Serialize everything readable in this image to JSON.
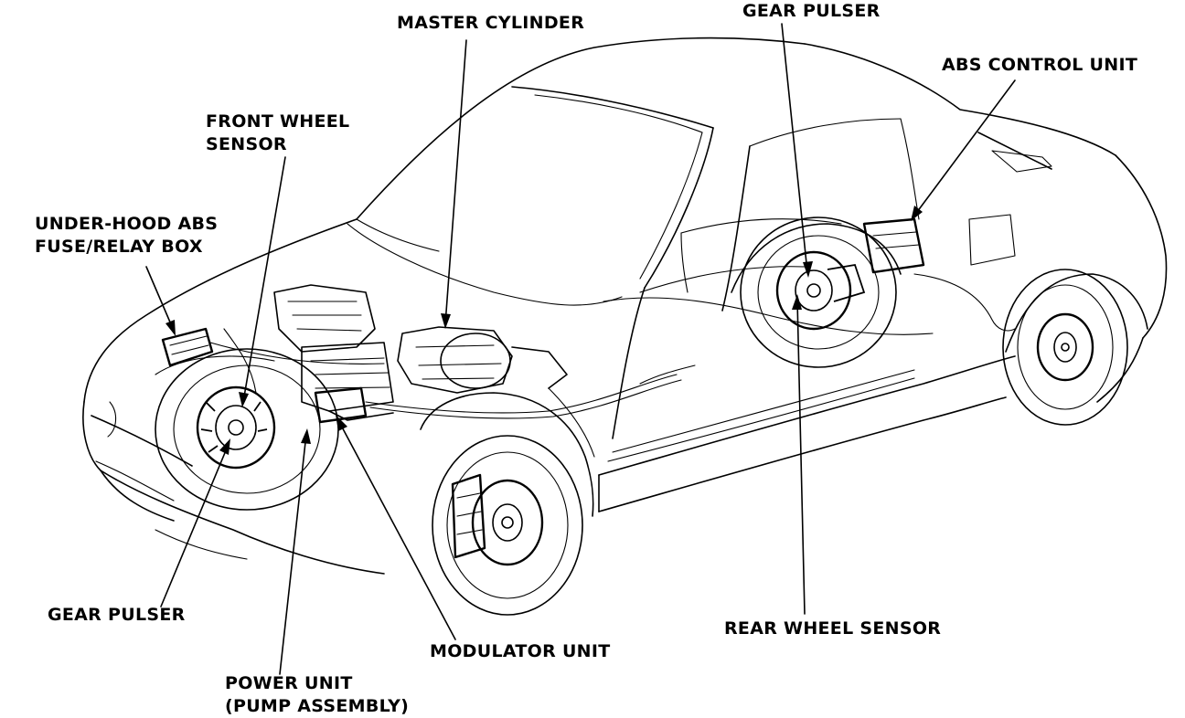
{
  "labels": {
    "master_cylinder": "MASTER CYLINDER",
    "gear_pulser_top": "GEAR PULSER",
    "abs_control_unit": "ABS CONTROL UNIT",
    "front_wheel_sensor": [
      "FRONT WHEEL",
      "SENSOR"
    ],
    "underhood_box": [
      "UNDER-HOOD ABS",
      "FUSE/RELAY BOX"
    ],
    "gear_pulser_bottom": "GEAR PULSER",
    "modulator_unit": "MODULATOR UNIT",
    "rear_wheel_sensor": "REAR WHEEL SENSOR",
    "power_unit": [
      "POWER UNIT",
      "(PUMP ASSEMBLY)"
    ]
  },
  "colors": {
    "ink": "#000000",
    "paper": "#ffffff"
  }
}
